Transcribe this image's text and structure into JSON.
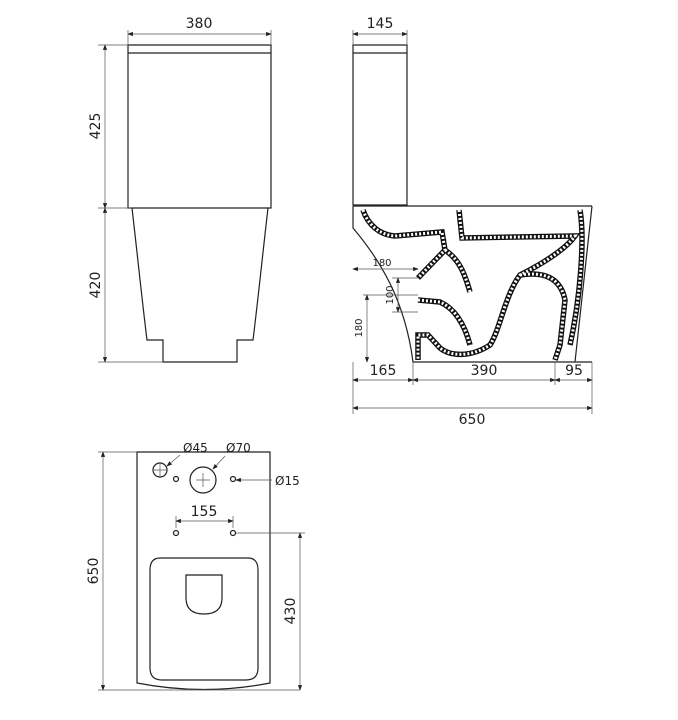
{
  "front_view": {
    "width_label": "380",
    "tank_height_label": "425",
    "bowl_height_label": "420"
  },
  "side_view": {
    "tank_depth_label": "145",
    "inlet_label_180_h": "180",
    "inlet_label_100": "100",
    "inlet_label_180_v": "180",
    "seg_165": "165",
    "seg_390": "390",
    "seg_95": "95",
    "total_650": "650"
  },
  "top_view": {
    "hole_45": "Ø45",
    "hole_70": "Ø70",
    "hole_15": "Ø15",
    "spacing_155": "155",
    "length_650": "650",
    "fixing_430": "430"
  }
}
